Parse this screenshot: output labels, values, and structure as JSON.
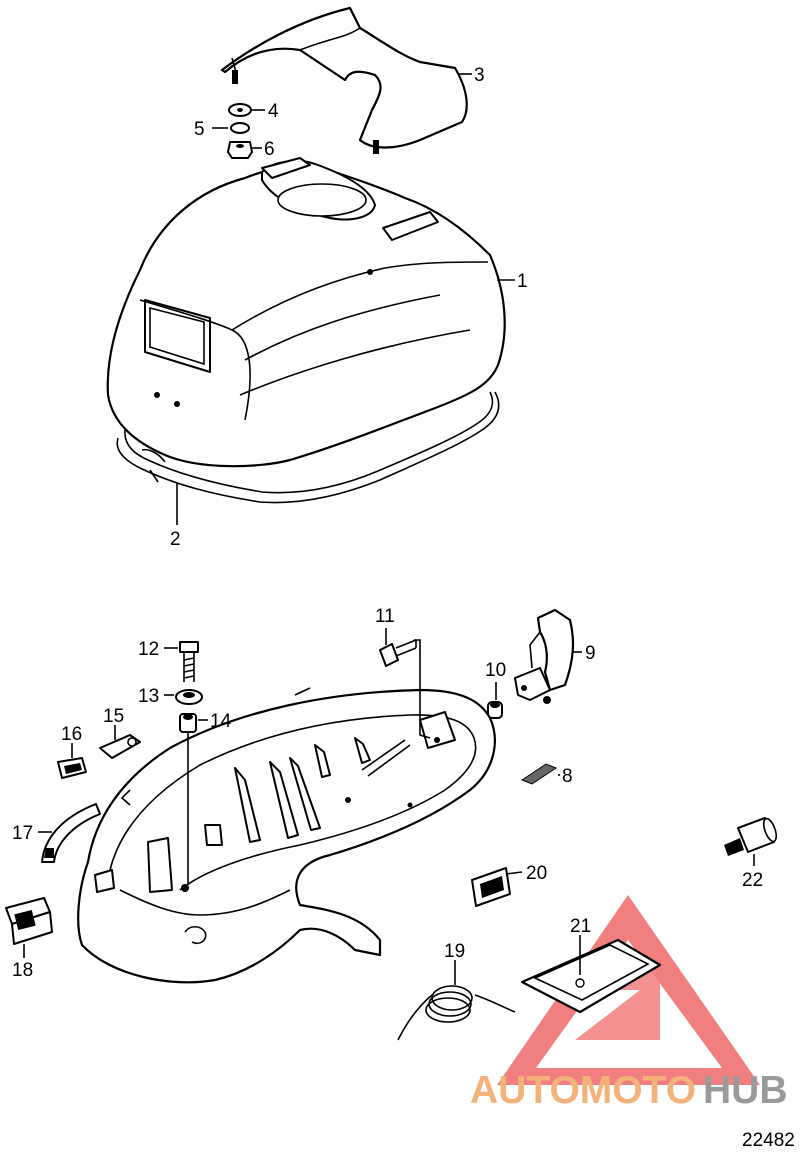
{
  "diagram": {
    "reference_number": "22482",
    "callouts": [
      {
        "id": "1",
        "text": "1"
      },
      {
        "id": "2",
        "text": "2"
      },
      {
        "id": "3",
        "text": "3"
      },
      {
        "id": "4",
        "text": "4"
      },
      {
        "id": "5",
        "text": "5"
      },
      {
        "id": "6",
        "text": "6"
      },
      {
        "id": "8",
        "text": "8"
      },
      {
        "id": "9",
        "text": "9"
      },
      {
        "id": "10",
        "text": "10"
      },
      {
        "id": "11",
        "text": "11"
      },
      {
        "id": "12",
        "text": "12"
      },
      {
        "id": "13",
        "text": "13"
      },
      {
        "id": "14",
        "text": "14"
      },
      {
        "id": "15",
        "text": "15"
      },
      {
        "id": "16",
        "text": "16"
      },
      {
        "id": "17",
        "text": "17"
      },
      {
        "id": "18",
        "text": "18"
      },
      {
        "id": "19",
        "text": "19"
      },
      {
        "id": "20",
        "text": "20"
      },
      {
        "id": "21",
        "text": "21"
      },
      {
        "id": "22",
        "text": "22"
      }
    ]
  },
  "watermark": {
    "part1": "AUTOMOTO",
    "part2": "HUB",
    "color_warm": "#f2b27a",
    "color_gray": "#9a9a9a",
    "triangle_color": "#ee5555"
  }
}
